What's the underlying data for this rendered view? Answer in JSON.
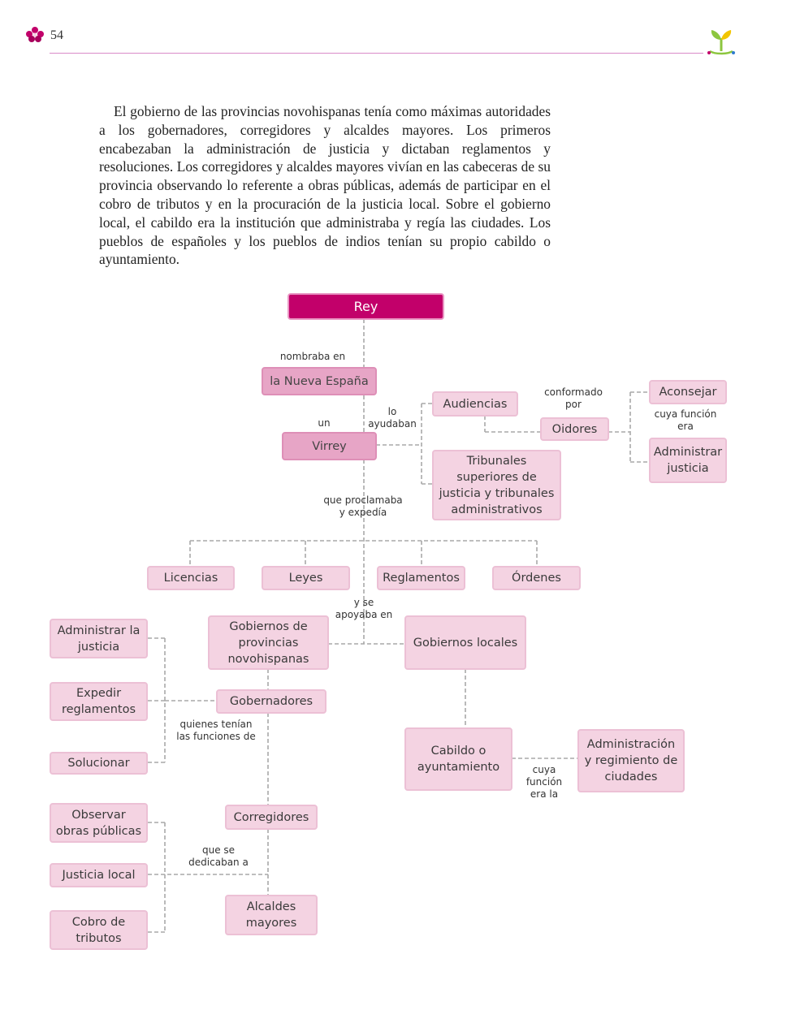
{
  "page": {
    "number": "54",
    "paragraph": "El gobierno de las provincias novohispanas tenía como máximas autoridades a los gobernadores, corregidores y alcaldes mayores. Los primeros encabezaban la administración de justicia y dictaban reglamentos y resoluciones. Los corregidores y alcaldes mayores vivían en las cabeceras de su provincia observando lo referente a obras públicas, además de participar en el cobro de tributos y en la procuración de la justicia local. Sobre el gobierno local, el cabildo era la institución que administraba y regía las ciudades. Los pueblos de españoles y los pueblos de indios tenían su propio cabildo o ayuntamiento."
  },
  "colors": {
    "accent_magenta": "#c2006a",
    "box_fill": "#f4d3e2",
    "box_fill_mid": "#e7a5c6",
    "rule_line": "#d98bc9",
    "logo_green": "#8cc63f",
    "logo_yellow": "#f2c500"
  },
  "icons": {
    "left": "flower-ornament-icon",
    "right": "sprout-logo-icon"
  },
  "diagram": {
    "nodes": {
      "rey": "Rey",
      "nueva_espana": "la Nueva España",
      "virrey": "Virrey",
      "audiencias": "Audiencias",
      "oidores": "Oidores",
      "aconsejar": "Aconsejar",
      "administrar_justicia_r": "Administrar justicia",
      "tribunales": "Tribunales superiores de justicia y tribunales administrativos",
      "licencias": "Licencias",
      "leyes": "Leyes",
      "reglamentos": "Reglamentos",
      "ordenes": "Órdenes",
      "gob_provincias": "Gobiernos de provincias novohispanas",
      "gob_locales": "Gobiernos locales",
      "gobernadores": "Gobernadores",
      "administrar_la_justicia": "Administrar la justicia",
      "expedir_reglamentos": "Expedir reglamentos",
      "solucionar": "Solucionar",
      "corregidores": "Corregidores",
      "alcaldes": "Alcaldes mayores",
      "observar_obras": "Observar obras públicas",
      "justicia_local": "Justicia local",
      "cobro_tributos": "Cobro de tributos",
      "cabildo": "Cabildo o ayuntamiento",
      "administracion_ciudades": "Administración y regimiento de ciudades"
    },
    "connectors": {
      "nombraba_en": "nombraba en",
      "un": "un",
      "lo_ayudaban": "lo ayudaban",
      "conformado_por": "conformado por",
      "cuya_funcion_era": "cuya función era",
      "que_proclamaba": "que proclamaba y expedía",
      "y_se_apoyaba": "y se apoyaba en",
      "quienes_tenian": "quienes tenían las funciones de",
      "que_se_dedicaban": "que se dedicaban a",
      "cuya_funcion_era_la": "cuya función era la"
    }
  }
}
